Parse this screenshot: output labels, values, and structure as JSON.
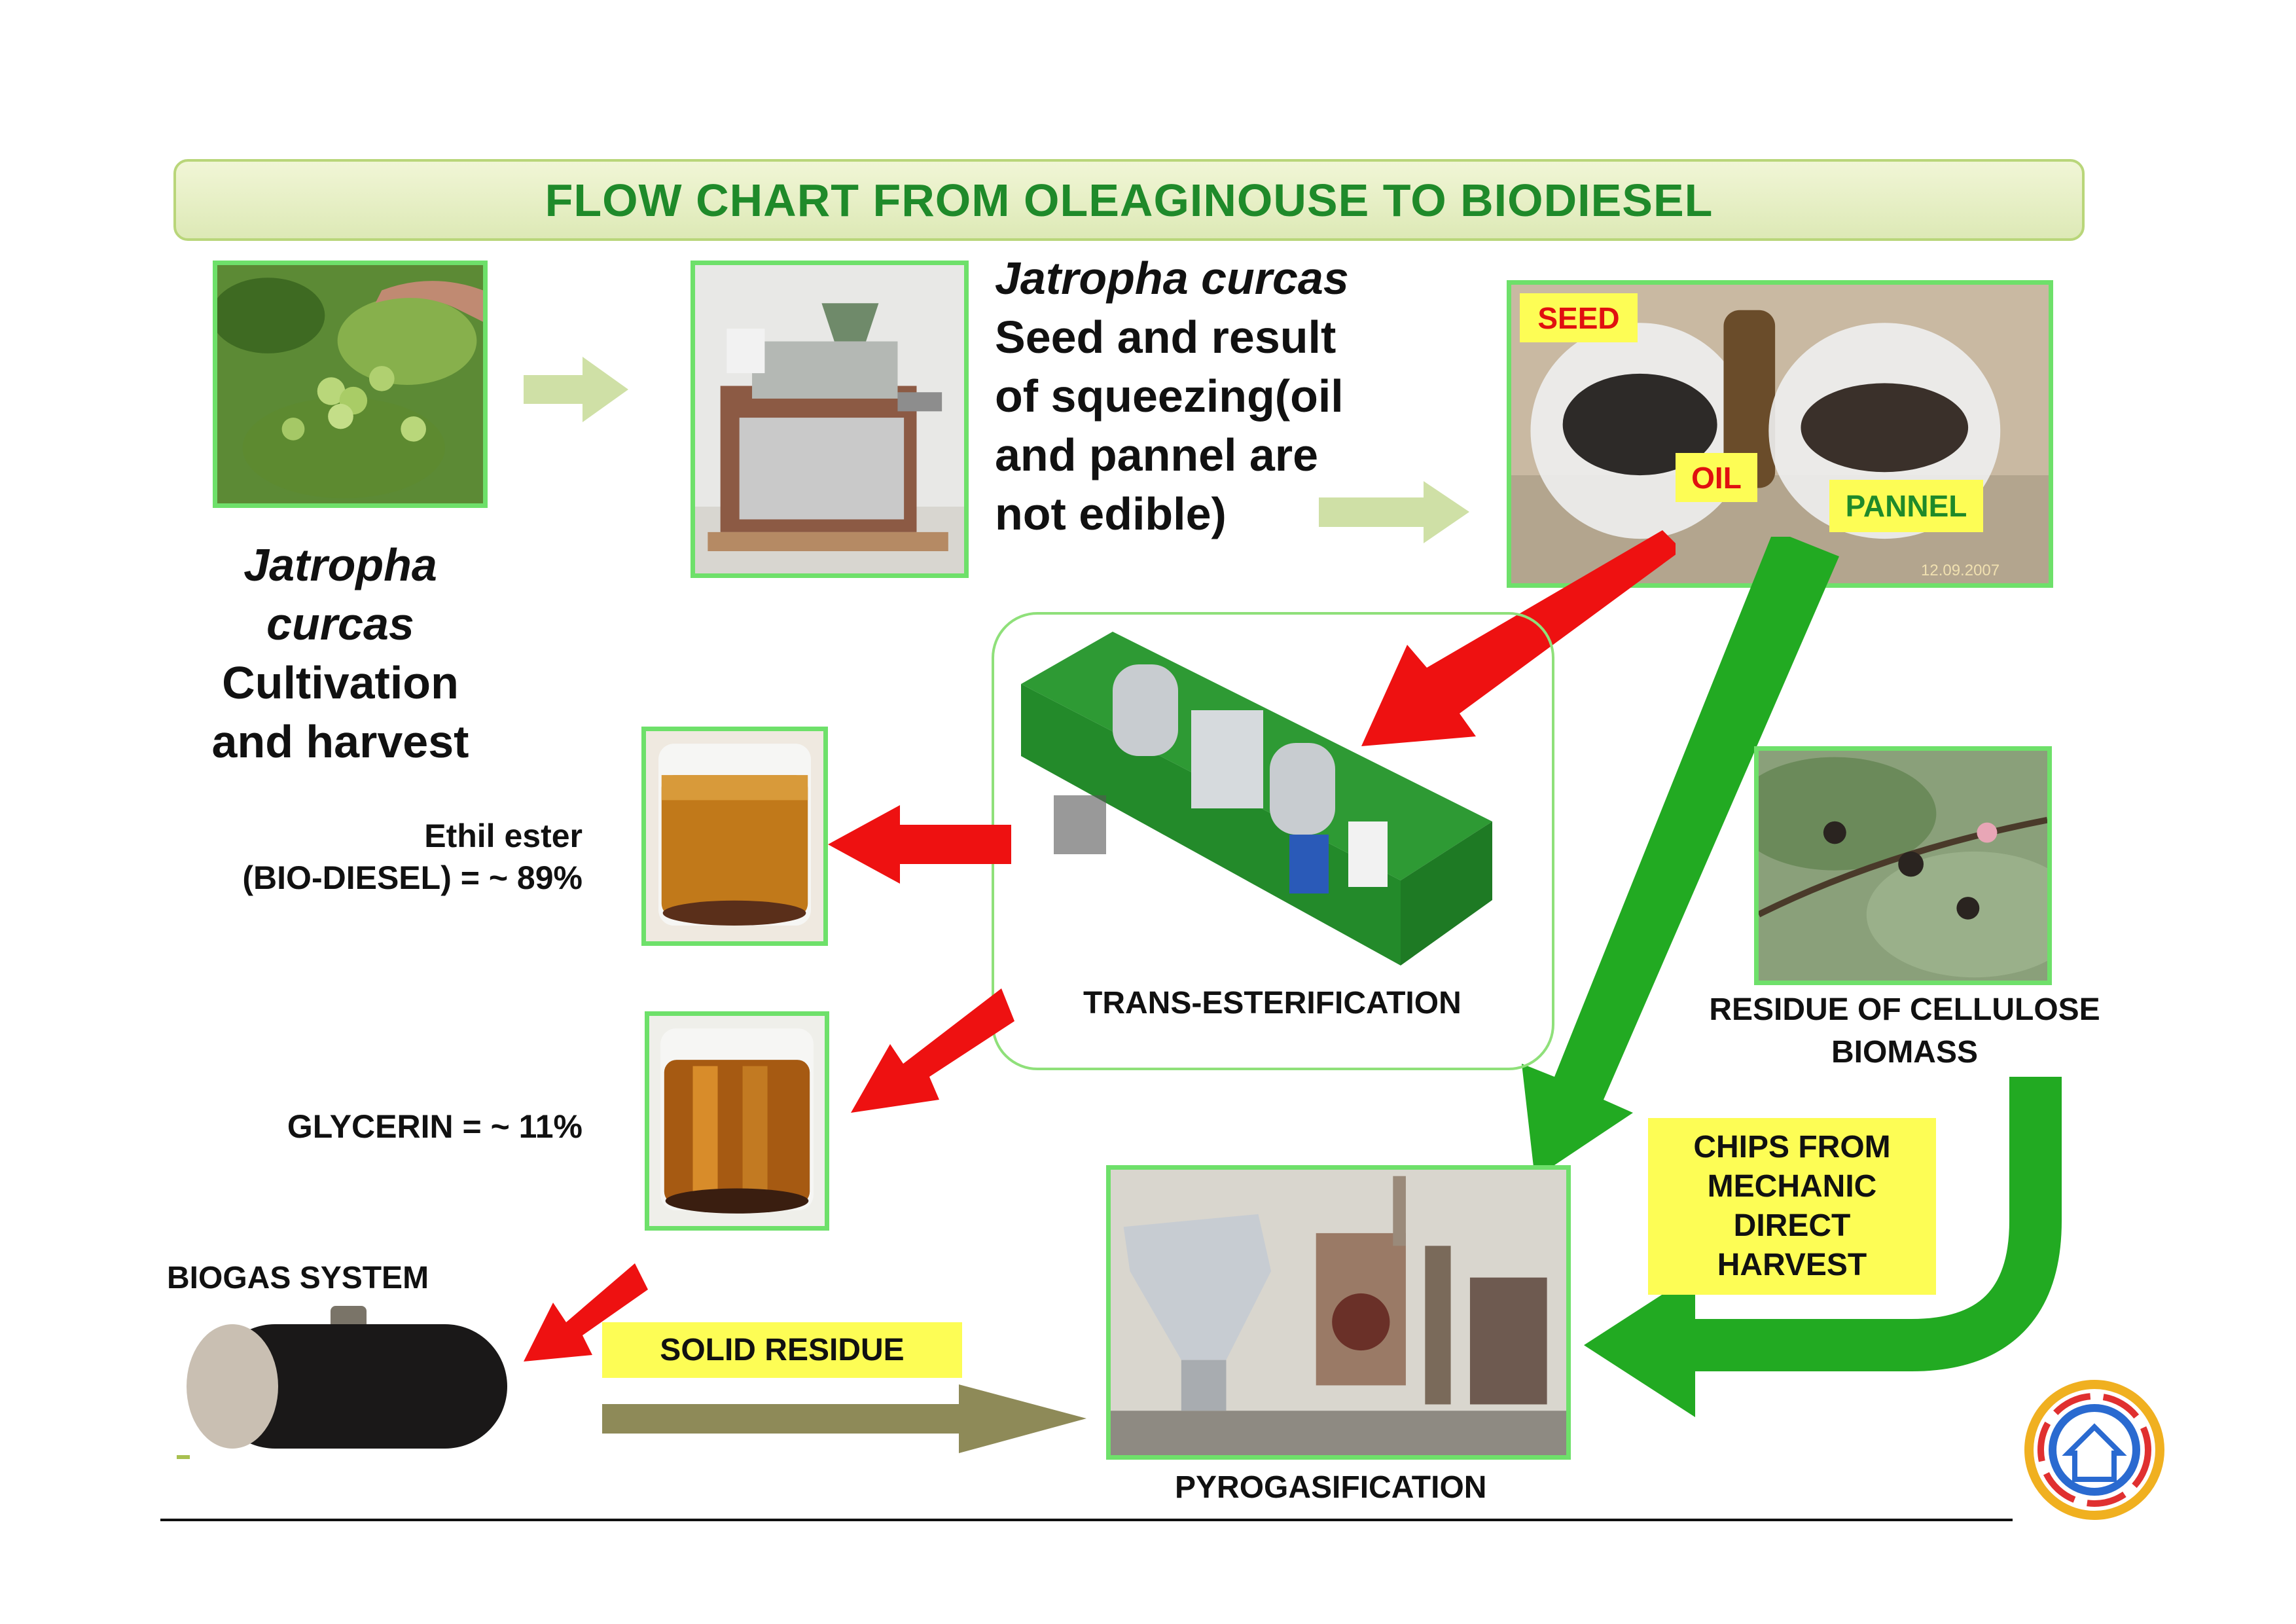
{
  "title": "FLOW CHART FROM OLEAGINOUSE TO BIODIESEL",
  "cultivation": {
    "line1": "Jatropha",
    "line2": "curcas",
    "line3": "Cultivation",
    "line4": "and harvest"
  },
  "squeezing": {
    "line1": "Jatropha curcas",
    "line2": "Seed and result",
    "line3": "of squeezing(oil",
    "line4": "and pannel are",
    "line5": "not edible)"
  },
  "seed_photo": {
    "seed_label": "SEED",
    "oil_label": "OIL",
    "pannel_label": "PANNEL",
    "date_stamp": "12.09.2007"
  },
  "biodiesel": {
    "line1": "Ethil ester",
    "line2": "(BIO-DIESEL)  =  ~ 89%"
  },
  "glycerin": {
    "label": "GLYCERIN =  ~ 11%"
  },
  "trans_esterification": {
    "label": "TRANS-ESTERIFICATION"
  },
  "residue": {
    "line1": "RESIDUE OF CELLULOSE",
    "line2": "BIOMASS"
  },
  "chips": {
    "line1": "CHIPS FROM",
    "line2": "MECHANIC",
    "line3": "DIRECT",
    "line4": "HARVEST"
  },
  "biogas": {
    "label": "BIOGAS SYSTEM"
  },
  "solid_residue": {
    "label": "SOLID RESIDUE"
  },
  "pyrogasification": {
    "label": "PYROGASIFICATION"
  },
  "colors": {
    "title_green": "#1f8a2a",
    "frame_green": "#6ee06a",
    "arrow_red": "#ee1111",
    "arrow_green": "#22aa22",
    "arrow_light": "#cfe0a6",
    "arrow_olive": "#8e8a58",
    "label_yellow": "#fdfd55"
  }
}
